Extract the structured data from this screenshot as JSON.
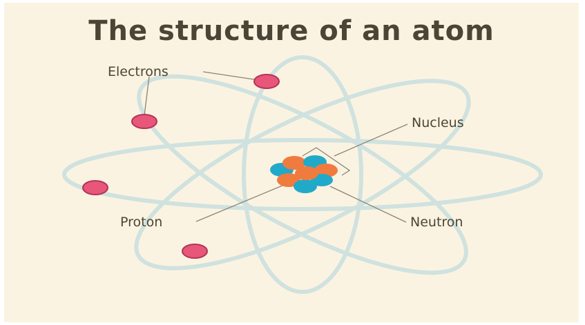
{
  "title": "The structure of an atom",
  "labels": {
    "electrons": "Electrons",
    "nucleus": "Nucleus",
    "proton": "Proton",
    "neutron": "Neutron"
  },
  "credit": "",
  "colors": {
    "background": "#fbf3e1",
    "title_text": "#4a4536",
    "orbit": "#cfe2df",
    "electron": "#e8567a",
    "electron_outline": "#b23357",
    "proton": "#f07b3f",
    "neutron": "#21a9c9",
    "leader_line": "#8a8474"
  },
  "icons": [
    "electron-icon",
    "proton-icon",
    "neutron-icon"
  ]
}
